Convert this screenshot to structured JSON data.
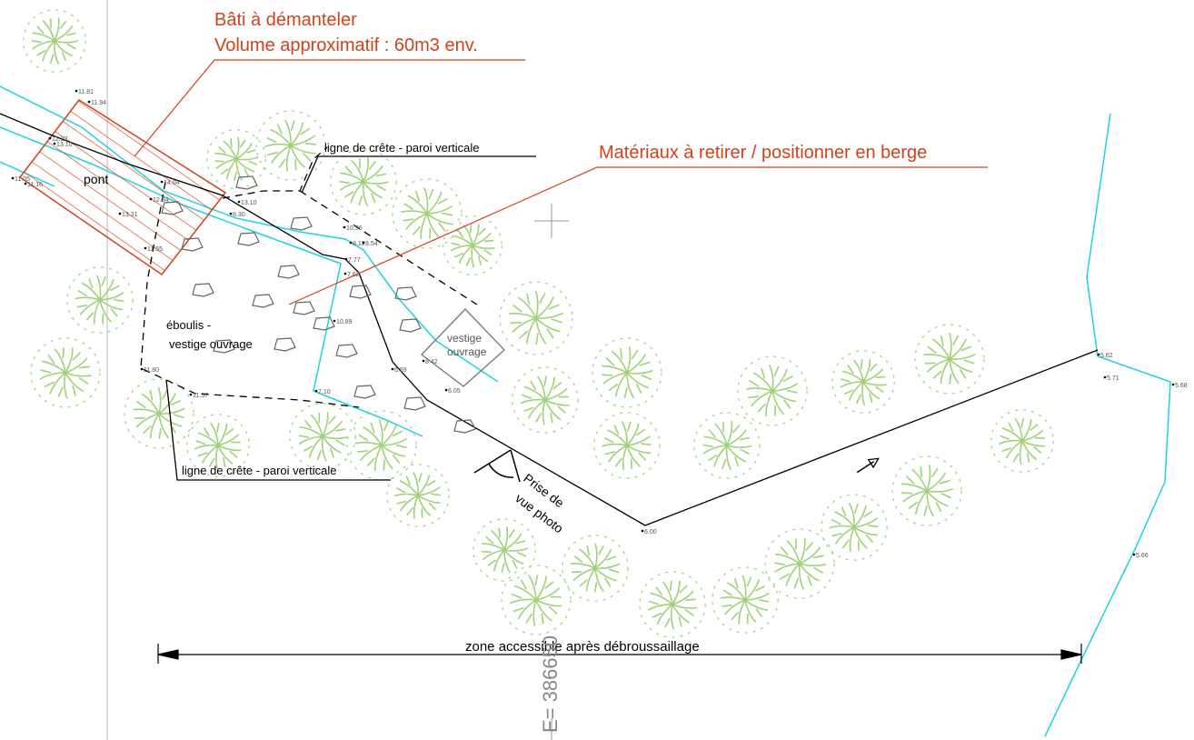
{
  "annotations": {
    "demolish_line1": "Bâti à démanteler",
    "demolish_line2": "Volume approximatif : 60m3 env.",
    "materials": "Matériaux à retirer / positionner en berge",
    "crest_top": "ligne de crête - paroi verticale",
    "crest_bottom": "ligne de crête - paroi verticale",
    "bridge": "pont",
    "scree_line1": "éboulis -",
    "scree_line2": "vestige ouvrage",
    "remnant_line1": "vestige",
    "remnant_line2": "ouvrage",
    "photo_line1": "Prise de",
    "photo_line2": "vue photo",
    "zone": "zone accessible après débroussaillage",
    "easting": "E= 386650"
  },
  "spot_heights": [
    "11.81",
    "11.94",
    "12.22",
    "13.10",
    "11.05",
    "11.16",
    "13.31",
    "11.55",
    "12.94",
    "14.04",
    "13.10",
    "8.30",
    "10.36",
    "8.12",
    "8.54",
    "7.77",
    "7.62",
    "10.89",
    "8.42",
    "6.69",
    "7.10",
    "6.05",
    "11.80",
    "11.57",
    "6.00",
    "5.62",
    "5.71",
    "5.68",
    "5.66"
  ],
  "colors": {
    "annotation": "#d2421a",
    "water": "#1fd3e0",
    "vegetation": "#9fd27a",
    "linework": "#000000",
    "rock": "#666666",
    "grid": "#bbbbbb"
  }
}
